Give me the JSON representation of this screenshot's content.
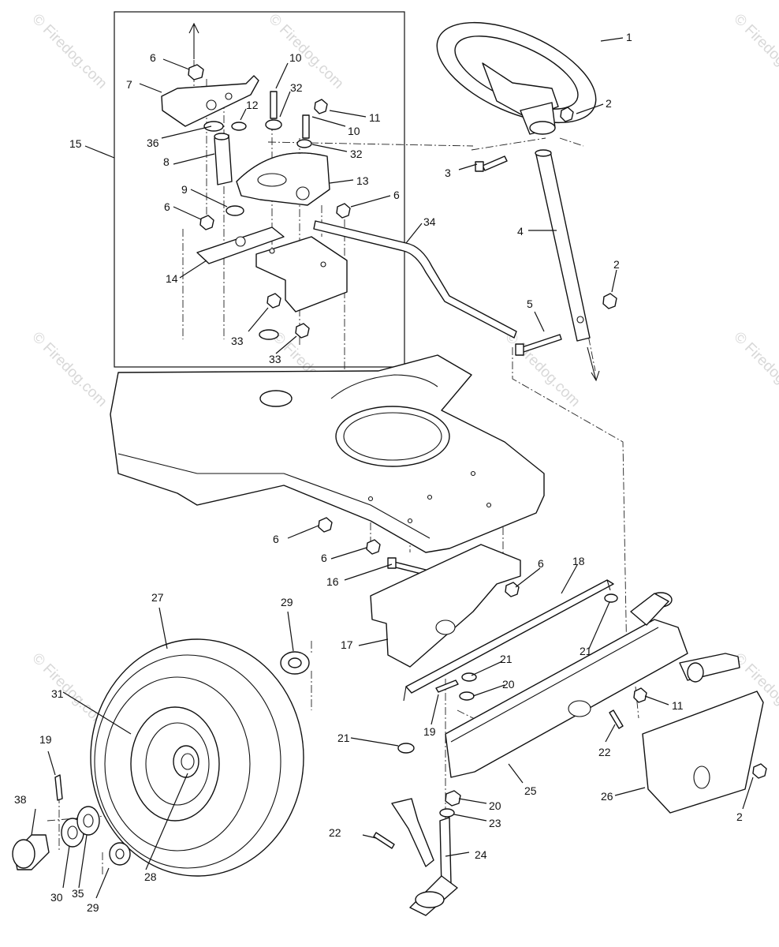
{
  "watermark": {
    "text": "© Firedog.com"
  },
  "callouts": [
    {
      "id": "1",
      "label": "1"
    },
    {
      "id": "2a",
      "label": "2"
    },
    {
      "id": "3",
      "label": "3"
    },
    {
      "id": "4",
      "label": "4"
    },
    {
      "id": "2b",
      "label": "2"
    },
    {
      "id": "5",
      "label": "5"
    },
    {
      "id": "6a",
      "label": "6"
    },
    {
      "id": "7",
      "label": "7"
    },
    {
      "id": "10a",
      "label": "10"
    },
    {
      "id": "32a",
      "label": "32"
    },
    {
      "id": "12",
      "label": "12"
    },
    {
      "id": "11a",
      "label": "11"
    },
    {
      "id": "10b",
      "label": "10"
    },
    {
      "id": "32b",
      "label": "32"
    },
    {
      "id": "36",
      "label": "36"
    },
    {
      "id": "8",
      "label": "8"
    },
    {
      "id": "13",
      "label": "13"
    },
    {
      "id": "15",
      "label": "15"
    },
    {
      "id": "9",
      "label": "9"
    },
    {
      "id": "6b",
      "label": "6"
    },
    {
      "id": "6c",
      "label": "6"
    },
    {
      "id": "34",
      "label": "34"
    },
    {
      "id": "14",
      "label": "14"
    },
    {
      "id": "33a",
      "label": "33"
    },
    {
      "id": "33b",
      "label": "33"
    },
    {
      "id": "6d",
      "label": "6"
    },
    {
      "id": "6e",
      "label": "6"
    },
    {
      "id": "16",
      "label": "16"
    },
    {
      "id": "6f",
      "label": "6"
    },
    {
      "id": "18",
      "label": "18"
    },
    {
      "id": "27",
      "label": "27"
    },
    {
      "id": "29a",
      "label": "29"
    },
    {
      "id": "17",
      "label": "17"
    },
    {
      "id": "21a",
      "label": "21"
    },
    {
      "id": "21b",
      "label": "21"
    },
    {
      "id": "20a",
      "label": "20"
    },
    {
      "id": "31",
      "label": "31"
    },
    {
      "id": "11b",
      "label": "11"
    },
    {
      "id": "19a",
      "label": "19"
    },
    {
      "id": "22a",
      "label": "22"
    },
    {
      "id": "21c",
      "label": "21"
    },
    {
      "id": "25",
      "label": "25"
    },
    {
      "id": "26",
      "label": "26"
    },
    {
      "id": "19b",
      "label": "19"
    },
    {
      "id": "38",
      "label": "38"
    },
    {
      "id": "20b",
      "label": "20"
    },
    {
      "id": "2c",
      "label": "2"
    },
    {
      "id": "23",
      "label": "23"
    },
    {
      "id": "22b",
      "label": "22"
    },
    {
      "id": "24",
      "label": "24"
    },
    {
      "id": "28",
      "label": "28"
    },
    {
      "id": "30",
      "label": "30"
    },
    {
      "id": "35",
      "label": "35"
    },
    {
      "id": "29b",
      "label": "29"
    }
  ]
}
